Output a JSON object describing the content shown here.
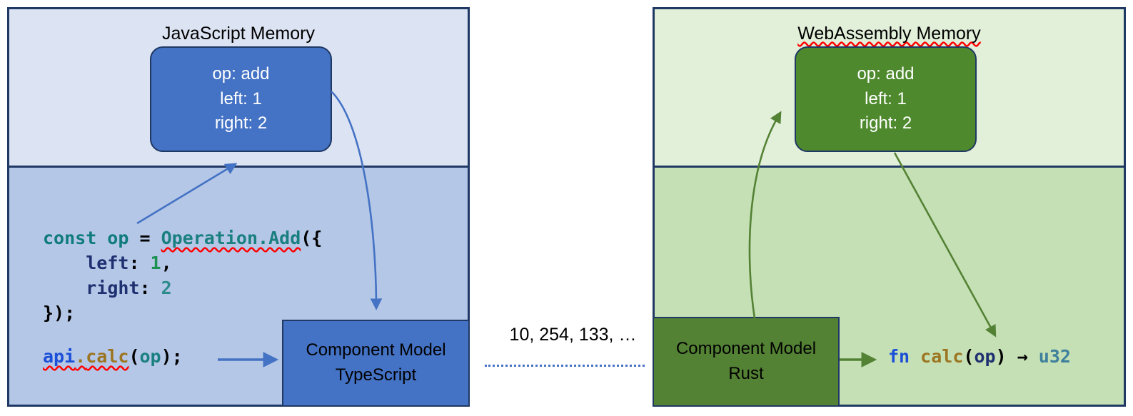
{
  "panels": {
    "js": {
      "title": "JavaScript Memory",
      "spellcheck": false,
      "upper_bg": "#dce4f3",
      "lower_bg": "#b4c7e7",
      "border": "#1f3864"
    },
    "wasm": {
      "title": "WebAssembly Memory",
      "spellcheck": true,
      "upper_bg": "#e2efd9",
      "lower_bg": "#c5e0b4",
      "border": "#1f3864"
    }
  },
  "records": {
    "js": {
      "line1": "op: add",
      "line2": "left: 1",
      "line3": "right: 2",
      "bg": "#4472c4"
    },
    "wasm": {
      "line1": "op: add",
      "line2": "left: 1",
      "line3": "right: 2",
      "bg": "#4e8a2d"
    }
  },
  "component_model": {
    "typescript": {
      "line1": "Component Model",
      "line2": "TypeScript",
      "bg": "#4472c4"
    },
    "rust": {
      "line1": "Component Model",
      "line2": "Rust",
      "bg": "#548235"
    }
  },
  "js_code": {
    "line1": {
      "kw": "const op",
      "eq": " = ",
      "call": "Operation.Add",
      "open": "({"
    },
    "line2": {
      "indent": "    ",
      "prop": "left",
      "colon": ": ",
      "value": "1",
      "comma": ","
    },
    "line3": {
      "indent": "    ",
      "prop": "right",
      "colon": ": ",
      "value": "2"
    },
    "line4": {
      "close": "});"
    },
    "call_line": {
      "obj": "api",
      "dot": ".",
      "fn": "calc",
      "open": "(",
      "arg": "op",
      "close": ");"
    }
  },
  "rust_code": {
    "kw": "fn",
    "space": " ",
    "fn": "calc",
    "open": "(",
    "arg": "op",
    "close": ")",
    "arrow": " → ",
    "ret": "u32"
  },
  "bytes": {
    "label": "10, 254, 133, …",
    "line_color": "#4472c4"
  },
  "arrows": {
    "js_code_to_record": {
      "color": "#4472c4",
      "label": "arrow-from-code-to-js-record"
    },
    "js_record_to_cm": {
      "color": "#4472c4",
      "label": "arrow-from-js-record-to-component-model"
    },
    "js_call_to_cm": {
      "color": "#4472c4",
      "label": "arrow-from-api-call-to-component-model"
    },
    "rust_cm_to_record": {
      "color": "#548235",
      "label": "arrow-from-rust-cm-to-wasm-record"
    },
    "wasm_record_to_fn": {
      "color": "#548235",
      "label": "arrow-from-wasm-record-to-fn"
    },
    "rust_cm_to_fn": {
      "color": "#548235",
      "label": "arrow-from-rust-cm-to-fn"
    }
  }
}
